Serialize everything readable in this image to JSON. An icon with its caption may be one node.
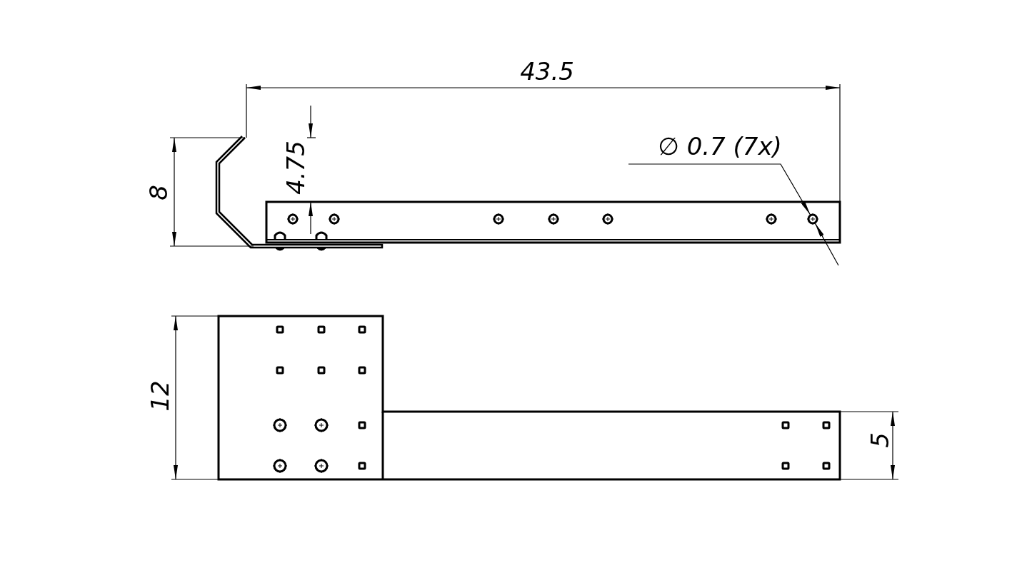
{
  "diagram": {
    "nodes": [
      {
        "text": [
          "∅ 0.7 (7x)"
        ]
      },
      {
        "text": [],
        "shape": "circle"
      }
    ],
    "edges": [
      {
        "from": 0,
        "to": 1,
        "arrow": "to"
      },
      {
        "from": null,
        "to": 1,
        "arrow": "to"
      }
    ],
    "labels": [
      "43.5",
      "4.75",
      "8",
      "12",
      "5"
    ]
  }
}
